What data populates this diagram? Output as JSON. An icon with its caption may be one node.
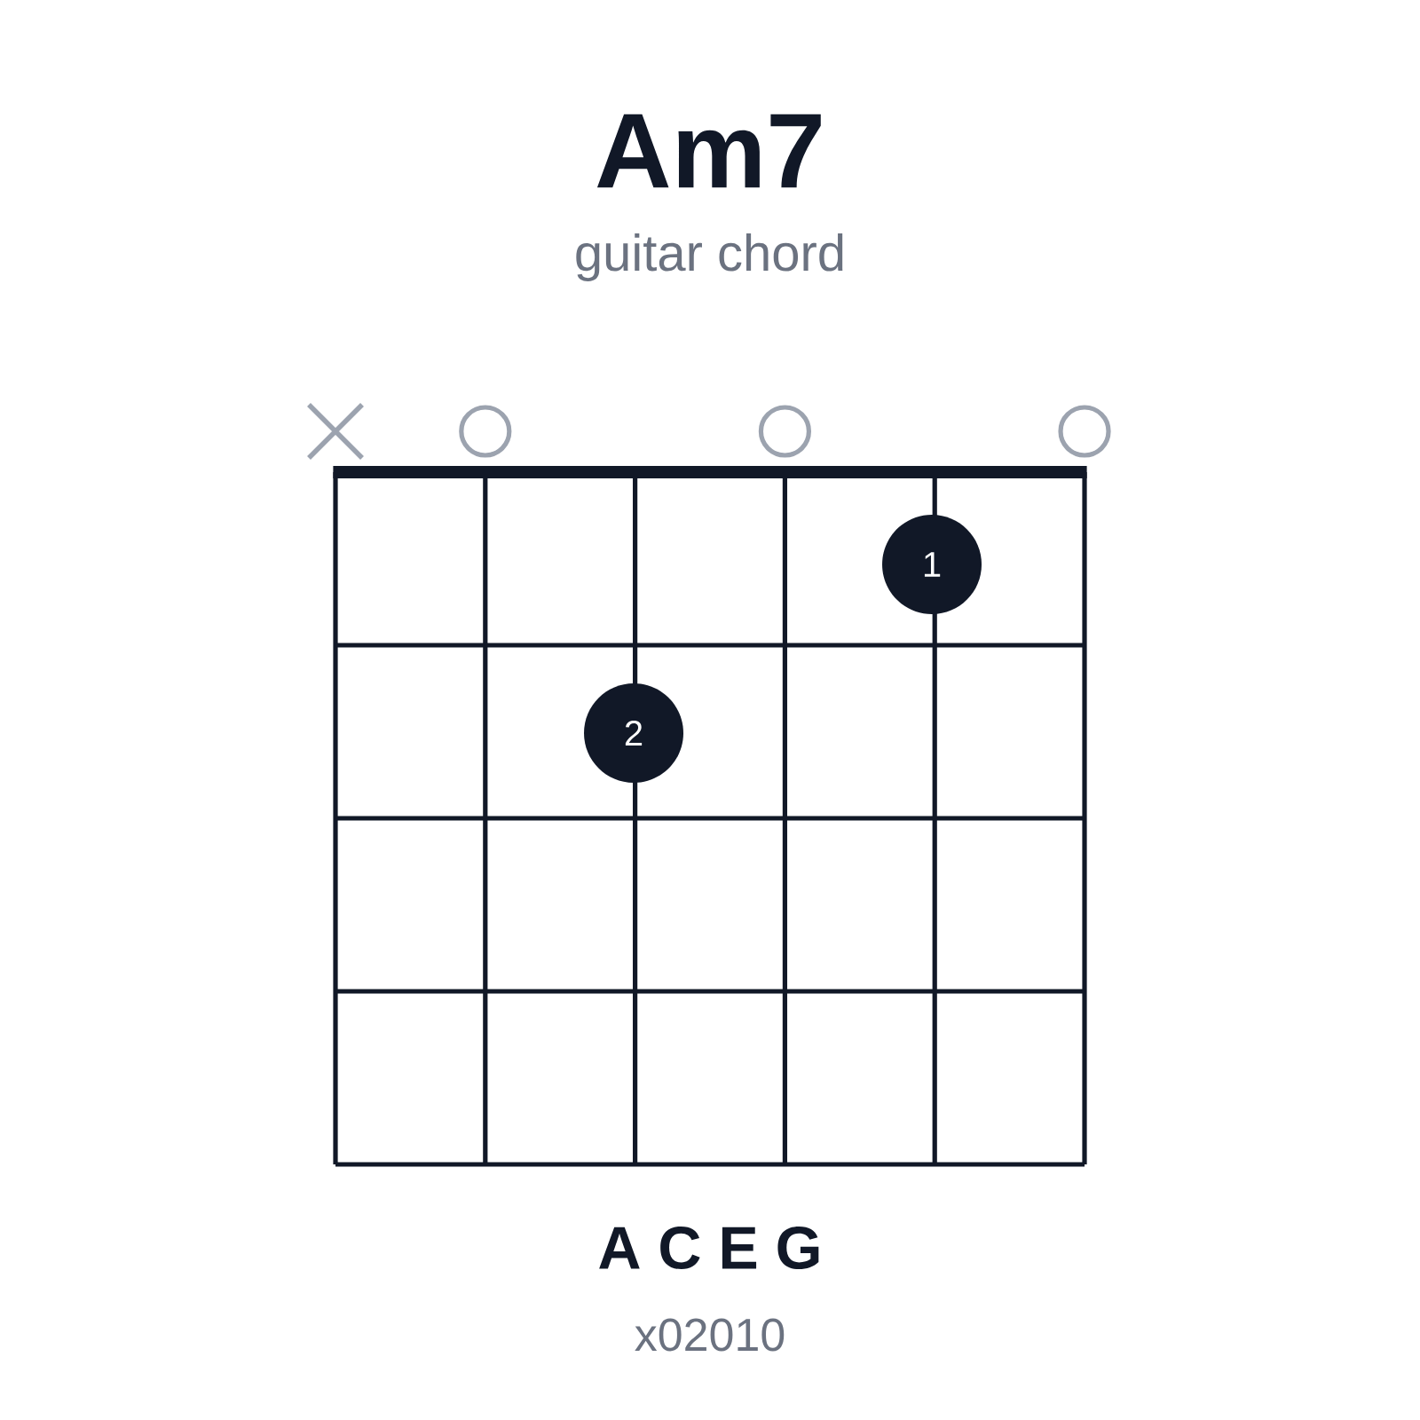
{
  "diagram": {
    "title": "Am7",
    "nodes": [
      {
        "text": [],
        "shape": "cross"
      },
      {
        "text": [],
        "shape": "circle"
      },
      {
        "text": [],
        "shape": "circle"
      },
      {
        "text": [],
        "shape": "circle"
      },
      {
        "text": [
          "1"
        ]
      },
      {
        "text": [
          "2"
        ]
      }
    ],
    "labels": [
      "guitar chord",
      "A C E G",
      "x02010"
    ]
  }
}
